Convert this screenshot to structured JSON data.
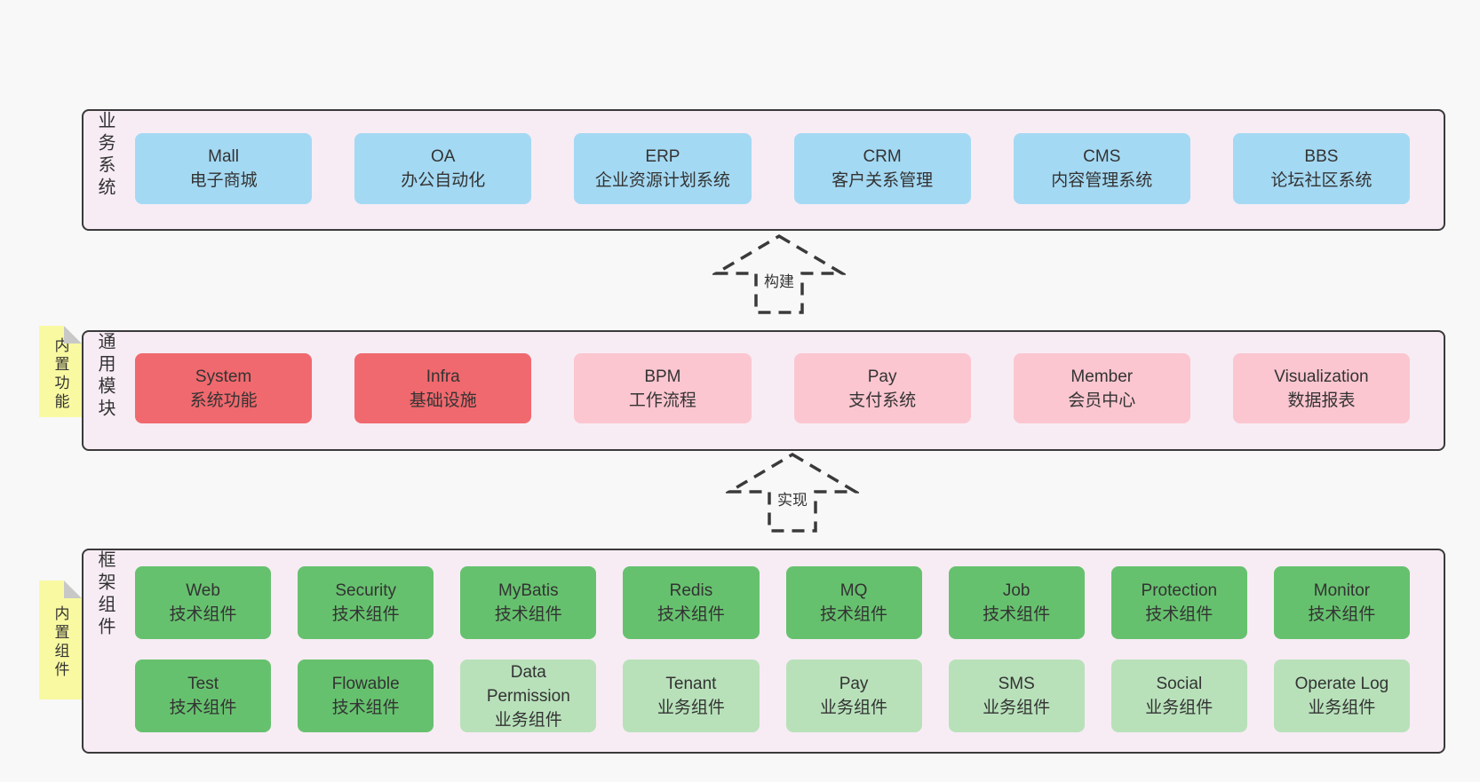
{
  "colors": {
    "page_bg": "#f8f8f8",
    "section_bg": "#f7ecf4",
    "section_border": "#3a3a3a",
    "blue": "#a4d9f3",
    "red": "#f0696e",
    "pink": "#fbc6d0",
    "green": "#66c16e",
    "lightgreen": "#b8e1ba",
    "yellow": "#f9f9a2",
    "fold_gray": "#c8c8c8",
    "text": "#333333"
  },
  "sections": {
    "business": {
      "label": "业务系统",
      "boxes": [
        {
          "name": "Mall",
          "desc": "电子商城",
          "type": "blue"
        },
        {
          "name": "OA",
          "desc": "办公自动化",
          "type": "blue"
        },
        {
          "name": "ERP",
          "desc": "企业资源计划系统",
          "type": "blue"
        },
        {
          "name": "CRM",
          "desc": "客户关系管理",
          "type": "blue"
        },
        {
          "name": "CMS",
          "desc": "内容管理系统",
          "type": "blue"
        },
        {
          "name": "BBS",
          "desc": "论坛社区系统",
          "type": "blue"
        }
      ]
    },
    "modules": {
      "label": "通用模块",
      "note": "内置功能",
      "boxes": [
        {
          "name": "System",
          "desc": "系统功能",
          "type": "red"
        },
        {
          "name": "Infra",
          "desc": "基础设施",
          "type": "red"
        },
        {
          "name": "BPM",
          "desc": "工作流程",
          "type": "pink"
        },
        {
          "name": "Pay",
          "desc": "支付系统",
          "type": "pink"
        },
        {
          "name": "Member",
          "desc": "会员中心",
          "type": "pink"
        },
        {
          "name": "Visualization",
          "desc": "数据报表",
          "type": "pink"
        }
      ]
    },
    "components": {
      "label": "框架组件",
      "note": "内置组件",
      "row1": [
        {
          "name": "Web",
          "desc": "技术组件",
          "type": "green"
        },
        {
          "name": "Security",
          "desc": "技术组件",
          "type": "green"
        },
        {
          "name": "MyBatis",
          "desc": "技术组件",
          "type": "green"
        },
        {
          "name": "Redis",
          "desc": "技术组件",
          "type": "green"
        },
        {
          "name": "MQ",
          "desc": "技术组件",
          "type": "green"
        },
        {
          "name": "Job",
          "desc": "技术组件",
          "type": "green"
        },
        {
          "name": "Protection",
          "desc": "技术组件",
          "type": "green"
        },
        {
          "name": "Monitor",
          "desc": "技术组件",
          "type": "green"
        }
      ],
      "row2": [
        {
          "name": "Test",
          "desc": "技术组件",
          "type": "green"
        },
        {
          "name": "Flowable",
          "desc": "技术组件",
          "type": "green"
        },
        {
          "name": "Data Permission",
          "desc": "业务组件",
          "type": "lightgreen"
        },
        {
          "name": "Tenant",
          "desc": "业务组件",
          "type": "lightgreen"
        },
        {
          "name": "Pay",
          "desc": "业务组件",
          "type": "lightgreen"
        },
        {
          "name": "SMS",
          "desc": "业务组件",
          "type": "lightgreen"
        },
        {
          "name": "Social",
          "desc": "业务组件",
          "type": "lightgreen"
        },
        {
          "name": "Operate Log",
          "desc": "业务组件",
          "type": "lightgreen"
        }
      ]
    }
  },
  "arrows": {
    "build": "构建",
    "implement": "实现"
  }
}
